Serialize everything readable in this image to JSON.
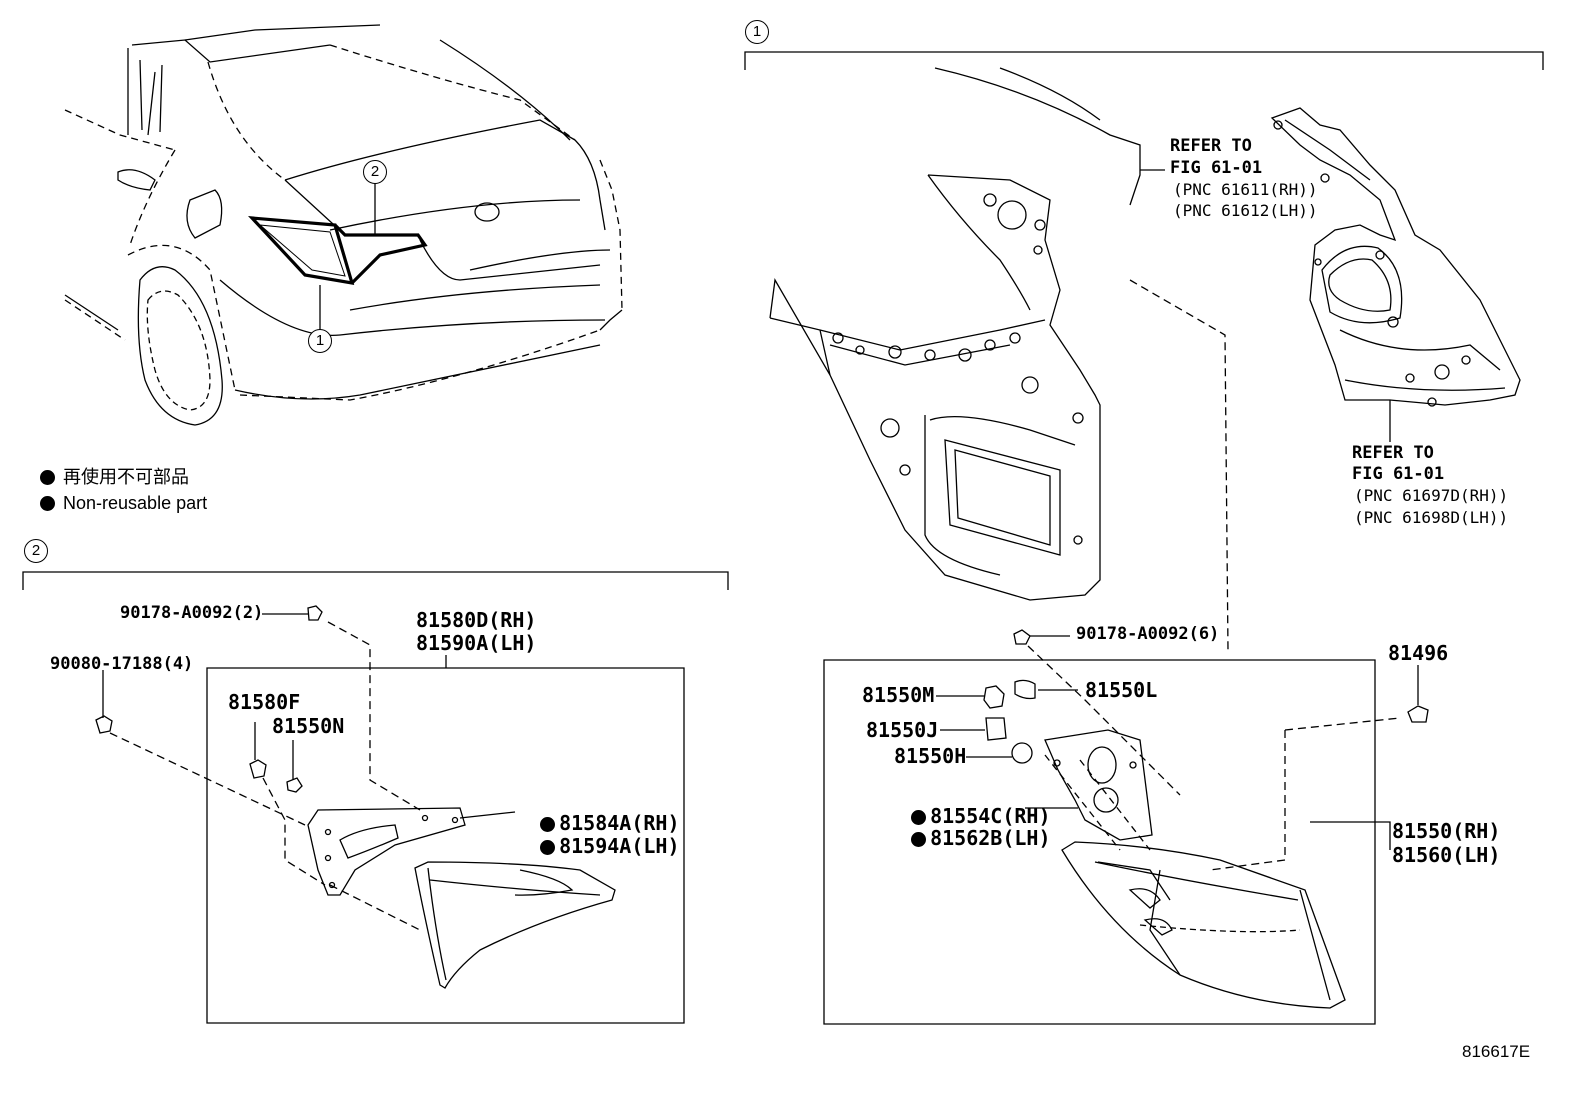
{
  "legend": {
    "jp": "再使用不可部品",
    "en": "Non-reusable part"
  },
  "markers": {
    "one": "1",
    "two": "2"
  },
  "figure_id": "816617E",
  "refer_top": {
    "line1": "REFER TO",
    "line2": "FIG 61-01",
    "line3": "(PNC 61611(RH))",
    "line4": "(PNC 61612(LH))"
  },
  "refer_right": {
    "line1": "REFER TO",
    "line2": "FIG 61-01",
    "line3": "(PNC 61697D(RH))",
    "line4": "(PNC 61698D(LH))"
  },
  "parts_left": {
    "p90178": "90178-A0092(2)",
    "p90080": "90080-17188(4)",
    "p81580d": "81580D(RH)",
    "p81590a": "81590A(LH)",
    "p81580f": "81580F",
    "p81550n": "81550N",
    "p81584a": "81584A(RH)",
    "p81594a": "81594A(LH)"
  },
  "parts_right": {
    "p90178": "90178-A0092(6)",
    "p81496": "81496",
    "p81550m": "81550M",
    "p81550l": "81550L",
    "p81550j": "81550J",
    "p81550h": "81550H",
    "p81554c": "81554C(RH)",
    "p81562b": "81562B(LH)",
    "p81550": "81550(RH)",
    "p81560": "81560(LH)"
  }
}
